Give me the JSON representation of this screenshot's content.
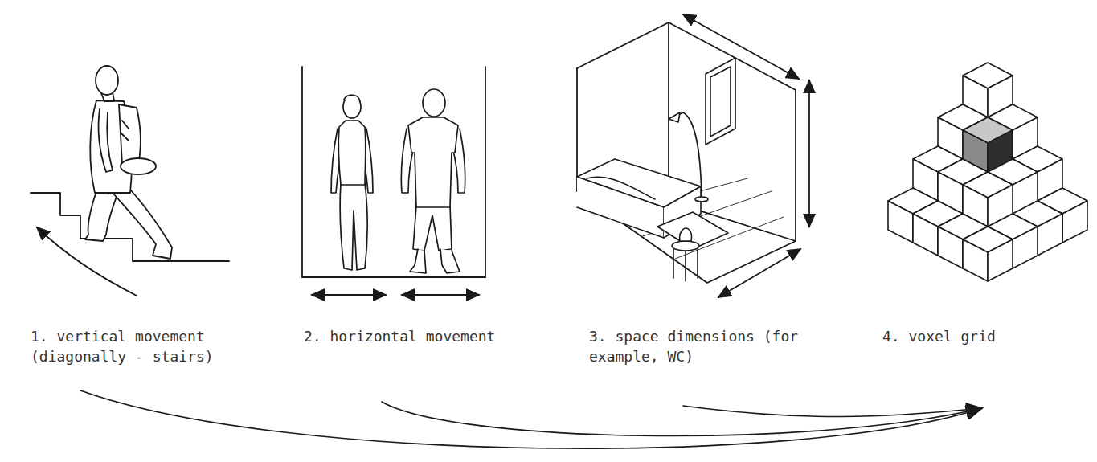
{
  "diagram": {
    "nodes": [
      {
        "text": [
          "1. vertical movement (diagonally - stairs)"
        ]
      },
      {
        "text": [
          "2. horizontal movement"
        ]
      },
      {
        "text": [
          "3. space dimensions (for example, WC)"
        ]
      },
      {
        "text": [
          "4. voxel grid"
        ]
      }
    ],
    "edges": [
      {
        "from": 0,
        "to": 3,
        "arrow": "to"
      },
      {
        "from": 1,
        "to": 3,
        "arrow": "to"
      },
      {
        "from": 2,
        "to": 3,
        "arrow": "to"
      }
    ]
  }
}
